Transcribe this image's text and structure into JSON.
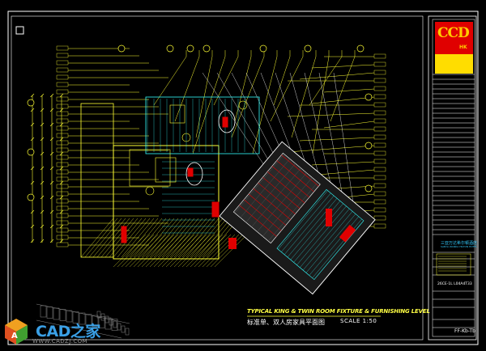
{
  "drawing": {
    "title_en": "TYPICAL KING & TWIN ROOM FIXTURE & FURNISHING LEVEL",
    "title_cn": "标准单、双人房家具平面图",
    "scale": "SCALE 1:50"
  },
  "title_block": {
    "logo": "CCD",
    "logo_sub": "HK",
    "project_cn": "三亚万达希尔顿酒店",
    "project_en": "SANYA WANDA HILTON HOTEL",
    "drawing_no": "26CE-1L L04A4T33",
    "sheet_code": "FF-Kb-Tb"
  },
  "watermark": {
    "brand": "CAD之家",
    "url": "WWW.CADZJ.COM"
  },
  "colors": {
    "background": "#000000",
    "primary_line": "#ffff33",
    "secondary_line": "#33ffff",
    "accent": "#e00000"
  }
}
